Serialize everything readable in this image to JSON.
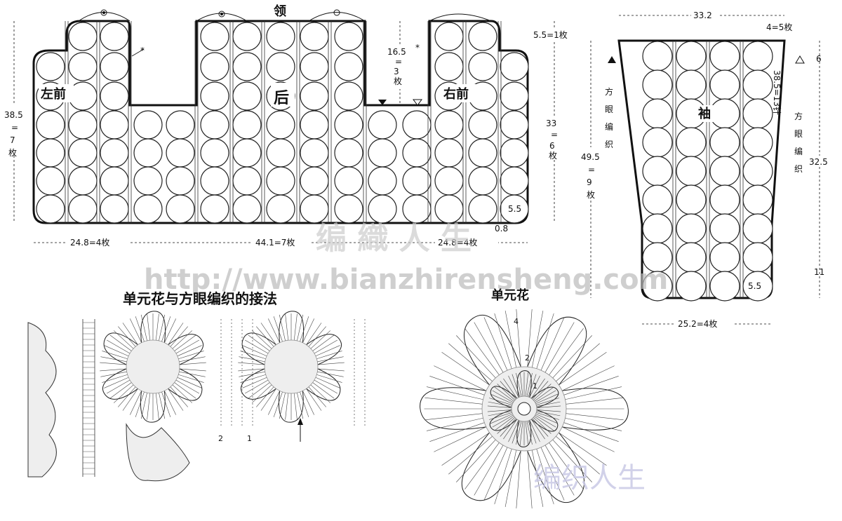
{
  "body_diagram": {
    "neck_label": "领",
    "left_front_label": "左前",
    "back_label": "后",
    "right_front_label": "右前",
    "dim_left_height": "38.5=7枚",
    "dim_neck_depth": "16.5=3枚",
    "dim_right_height_top": "5.5=1枚",
    "dim_right_height_main": "33=6枚",
    "dim_bottom_left": "24.8=4枚",
    "dim_bottom_center": "44.1=7枚",
    "dim_bottom_right": "24.8=4枚",
    "motif_size": "5.5",
    "gap_size": "0.8",
    "mark_asterisk": "*"
  },
  "sleeve_diagram": {
    "label": "袖",
    "dim_top_width": "33.2",
    "dim_top_side": "4=5枚",
    "dim_inner_height": "38.5=13针",
    "dim_total_height": "49.5=9枚",
    "dim_side_top": "6",
    "dim_side_mid": "32.5",
    "dim_side_bottom": "11",
    "dim_bottom_width": "25.2=4枚",
    "motif_size": "5.5",
    "mesh_label": "方眼编织"
  },
  "join_diagram": {
    "title": "单元花与方眼编织的接法",
    "markers": [
      "2",
      "1"
    ]
  },
  "motif_diagram": {
    "title": "单元花",
    "round_labels": [
      "4",
      "2",
      "1"
    ]
  },
  "watermarks": {
    "site_url": "http://www.bianzhirensheng.com",
    "site_name": "编 織 人 生",
    "site_name_bottom": "编织人生"
  }
}
